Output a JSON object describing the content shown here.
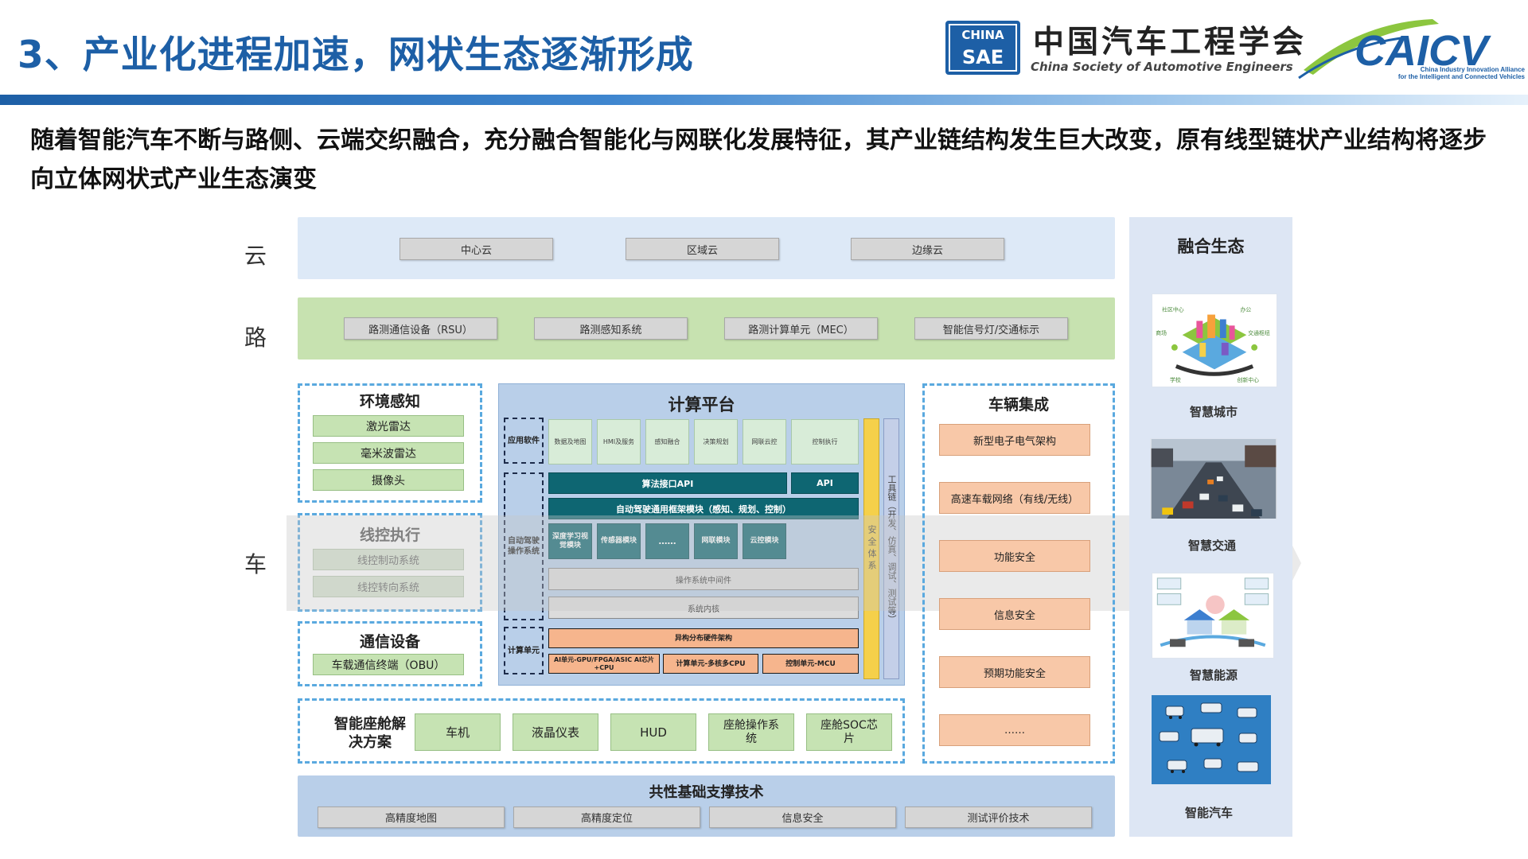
{
  "header": {
    "title": "3、产业化进程加速，网状生态逐渐形成",
    "sae_top": "CHINA",
    "sae_bottom": "SAE",
    "org_cn": "中国汽车工程学会",
    "org_en": "China Society of Automotive Engineers",
    "caicv_logo": "CAICV",
    "caicv_en1": "China Industry Innovation Alliance",
    "caicv_en2": "for the Intelligent and Connected Vehicles"
  },
  "intro": "随着智能汽车不断与路侧、云端交织融合，充分融合智能化与网联化发展特征，其产业链结构发生巨大改变，原有线型链状产业结构将逐步向立体网状式产业生态演变",
  "rows": {
    "cloud": "云",
    "road": "路",
    "vehicle": "车"
  },
  "cloud": [
    "中心云",
    "区域云",
    "边缘云"
  ],
  "road": [
    "路测通信设备（RSU）",
    "路测感知系统",
    "路测计算单元（MEC）",
    "智能信号灯/交通标示"
  ],
  "env": {
    "title": "环境感知",
    "items": [
      "激光雷达",
      "毫米波雷达",
      "摄像头"
    ]
  },
  "wire": {
    "title": "线控执行",
    "items": [
      "线控制动系统",
      "线控转向系统"
    ]
  },
  "comm": {
    "title": "通信设备",
    "items": [
      "车载通信终端（OBU）"
    ]
  },
  "compute": {
    "title": "计算平台",
    "app_label": "应用软件",
    "apps": [
      "数据及地图",
      "HMI及服务",
      "感知融合",
      "决策规划",
      "网联云控",
      "控制执行"
    ],
    "algo_api": "算法接口API",
    "api": "API",
    "framework": "自动驾驶通用框架模块（感知、规划、控制）",
    "modules": [
      "深度学习视觉模块",
      "传感器模块",
      "……",
      "网联模块",
      "云控模块"
    ],
    "os_label": "自动驾驶操作系统",
    "middleware": "操作系统中间件",
    "kernel": "系统内核",
    "hw_label": "计算单元",
    "hw_arch": "异构分布硬件架构",
    "hw_units": [
      "AI单元-GPU/FPGA/ASIC AI芯片+CPU",
      "计算单元-多核多CPU",
      "控制单元-MCU"
    ],
    "safety": "安全体系",
    "toolchain": "工具链（开发、仿真、调试、测试等）"
  },
  "integration": {
    "title": "车辆集成",
    "items": [
      "新型电子电气架构",
      "高速车载网络（有线/无线）",
      "功能安全",
      "信息安全",
      "预期功能安全",
      "……"
    ]
  },
  "cockpit": {
    "title": "智能座舱解决方案",
    "items": [
      "车机",
      "液晶仪表",
      "HUD",
      "座舱操作系统",
      "座舱SOC芯片"
    ]
  },
  "foundation": {
    "title": "共性基础支撑技术",
    "items": [
      "高精度地图",
      "高精度定位",
      "信息安全",
      "测试评价技术"
    ]
  },
  "ecosystem": {
    "title": "融合生态",
    "items": [
      "智慧城市",
      "智慧交通",
      "智慧能源",
      "智能汽车"
    ],
    "city_tags": [
      "社区中心",
      "办公",
      "商场",
      "交通枢纽",
      "学校",
      "创新中心"
    ]
  }
}
